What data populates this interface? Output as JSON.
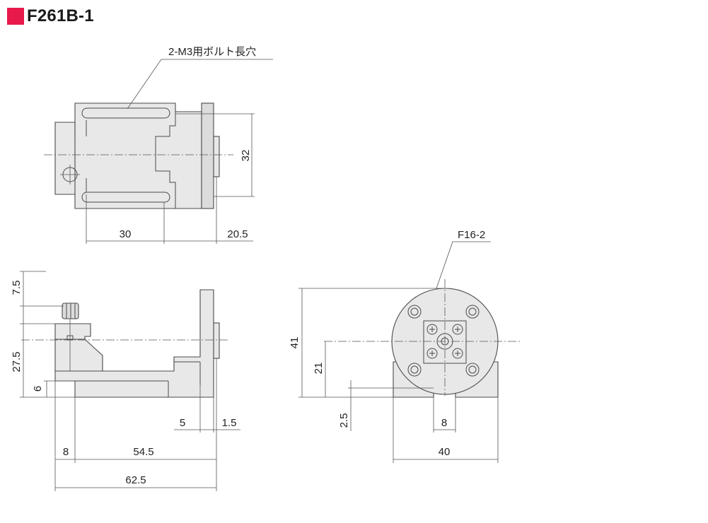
{
  "title": {
    "text": "F261B-1",
    "marker_color": "#e8194b"
  },
  "callouts": {
    "slot_note": "2-M3用ボルト長穴",
    "stage_model": "F16-2"
  },
  "dimensions": {
    "top_height": "32",
    "top_width_30": "30",
    "top_offset_20_5": "20.5",
    "side_7_5": "7.5",
    "side_27_5": "27.5",
    "side_6": "6",
    "side_5": "5",
    "side_1_5": "1.5",
    "side_8": "8",
    "side_54_5": "54.5",
    "side_62_5": "62.5",
    "front_41": "41",
    "front_21": "21",
    "front_2_5": "2.5",
    "front_8": "8",
    "front_40": "40"
  }
}
